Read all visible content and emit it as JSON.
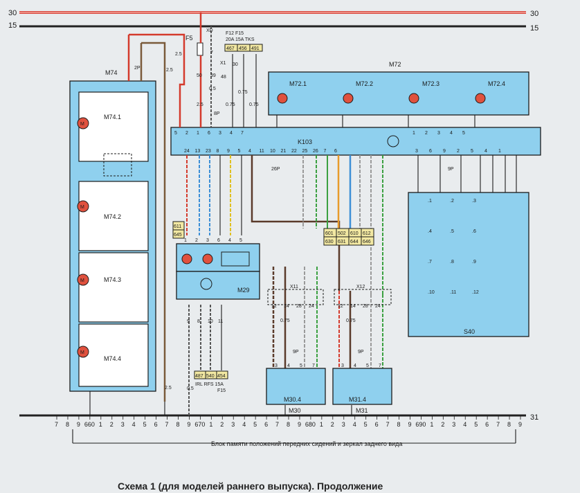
{
  "caption": "Схема 1 (для моделей раннего выпуска). Продолжение",
  "rails": {
    "r30": "30",
    "r15": "15",
    "r31": "31"
  },
  "components": {
    "m74": {
      "label": "M74",
      "motors": [
        "M74.1",
        "M74.2",
        "M74.3",
        "M74.4"
      ],
      "connector": "2P"
    },
    "m72": {
      "label": "M72",
      "motors": [
        "M72.1",
        "M72.2",
        "M72.3",
        "M72.4"
      ],
      "pins": [
        "1",
        "2",
        "3",
        "4",
        "5"
      ]
    },
    "k103": {
      "label": "K103",
      "top_pins": [
        "5",
        "2",
        "1",
        "6",
        "3",
        "4",
        "7"
      ],
      "bottom_pins": [
        "24",
        "13",
        "23",
        "8",
        "9",
        "5",
        "4",
        "11",
        "10",
        "21",
        "22",
        "25",
        "26",
        "7",
        "6"
      ],
      "right_bottom_pins": [
        "3",
        "6",
        "9",
        "2",
        "5",
        "4",
        "1"
      ],
      "right_top_pins": [
        "1",
        "2",
        "3",
        "4",
        "5"
      ],
      "conn_left": "8P",
      "conn_bottom": "26P",
      "conn_right": "9P"
    },
    "m29": {
      "label": "M29",
      "top_pins": [
        "1",
        "2",
        "3",
        "6",
        "4",
        "5"
      ],
      "bottom_pins": [
        "9",
        "8",
        "10",
        "11"
      ]
    },
    "s40": {
      "label": "S40",
      "keys": [
        ".1",
        ".2",
        ".3",
        ".4",
        ".5",
        ".6",
        ".7",
        ".8",
        ".9",
        ".10",
        ".11",
        ".12"
      ]
    },
    "m30": {
      "label": "M30",
      "inner": "M30.4",
      "pins": [
        "3",
        "4",
        "5",
        "7"
      ],
      "conn": "9P"
    },
    "m31": {
      "label": "M31",
      "inner": "M31.4",
      "pins": [
        "3",
        "4",
        "5",
        "7"
      ],
      "conn": "9P"
    },
    "f5": {
      "label": "F5"
    },
    "xd": {
      "label": "XD"
    },
    "x1": {
      "label": "X1"
    },
    "x11": {
      "label": "X11",
      "pins": [
        "12",
        "14",
        "28",
        "24"
      ]
    },
    "x12": {
      "label": "X12",
      "pins": [
        "12",
        "14",
        "28",
        "24"
      ]
    }
  },
  "fuse_refs": {
    "f": "F12 F15",
    "amps": "20A 15A TKS",
    "codes": [
      "467",
      "456",
      "491"
    ]
  },
  "refs_611": [
    "611",
    "645"
  ],
  "refs_601": [
    "601",
    "502",
    "610",
    "612",
    "630",
    "631",
    "644",
    "646"
  ],
  "refs_bottom": [
    "487",
    "540",
    "454"
  ],
  "refs_bottom_labels": "IRL RFS 15A",
  "refs_bottom_f15": "F15",
  "ruler": {
    "values": [
      "7",
      "8",
      "9",
      "660",
      "1",
      "2",
      "3",
      "4",
      "5",
      "6",
      "7",
      "8",
      "9",
      "670",
      "1",
      "2",
      "3",
      "4",
      "5",
      "6",
      "7",
      "8",
      "9",
      "680",
      "1",
      "2",
      "3",
      "4",
      "5",
      "6",
      "7",
      "8",
      "9",
      "690",
      "1",
      "2",
      "3",
      "4",
      "5",
      "6",
      "7",
      "8",
      "9"
    ],
    "label": "Блок памяти положений передних сидений и зеркал заднего вида"
  },
  "wire_labels": {
    "w25": "2.5",
    "w05": "0.5",
    "w075": "0.75",
    "w30": "30",
    "w7": "7",
    "w50": "50",
    "w39": "39",
    "w48": "48",
    "w1": "1",
    "w2": "2",
    "w6": "6",
    "w8": "8",
    "w9": "9"
  },
  "colors": {
    "box_fill": "#8fd0ee",
    "rail_30": "#d84a3f",
    "rail_15": "#222222",
    "wire_red": "#d43a2c",
    "wire_brown": "#7a5a3a",
    "wire_blue": "#3d8fd6",
    "wire_yellow": "#e0c020",
    "wire_green": "#3aa040",
    "wire_orange": "#e89a2a",
    "wire_grey": "#9a9a9a"
  }
}
